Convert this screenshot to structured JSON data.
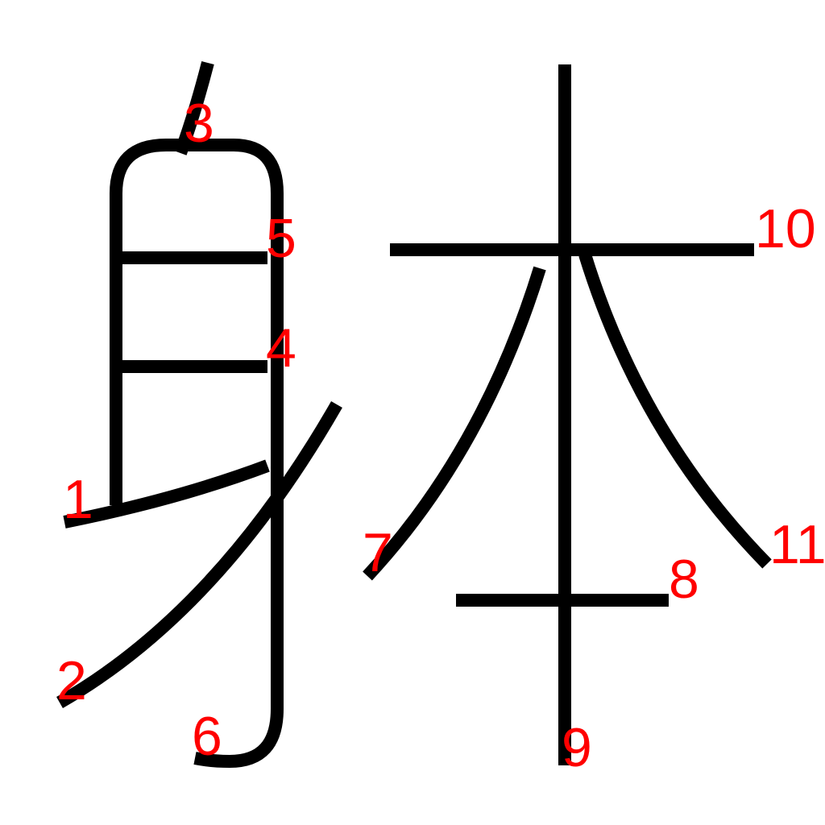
{
  "character": "躰",
  "stroke_color": "#000000",
  "number_color": "#ff0000",
  "labels": {
    "n1": "1",
    "n2": "2",
    "n3": "3",
    "n4": "4",
    "n5": "5",
    "n6": "6",
    "n7": "7",
    "n8": "8",
    "n9": "9",
    "n10": "10",
    "n11": "11"
  }
}
